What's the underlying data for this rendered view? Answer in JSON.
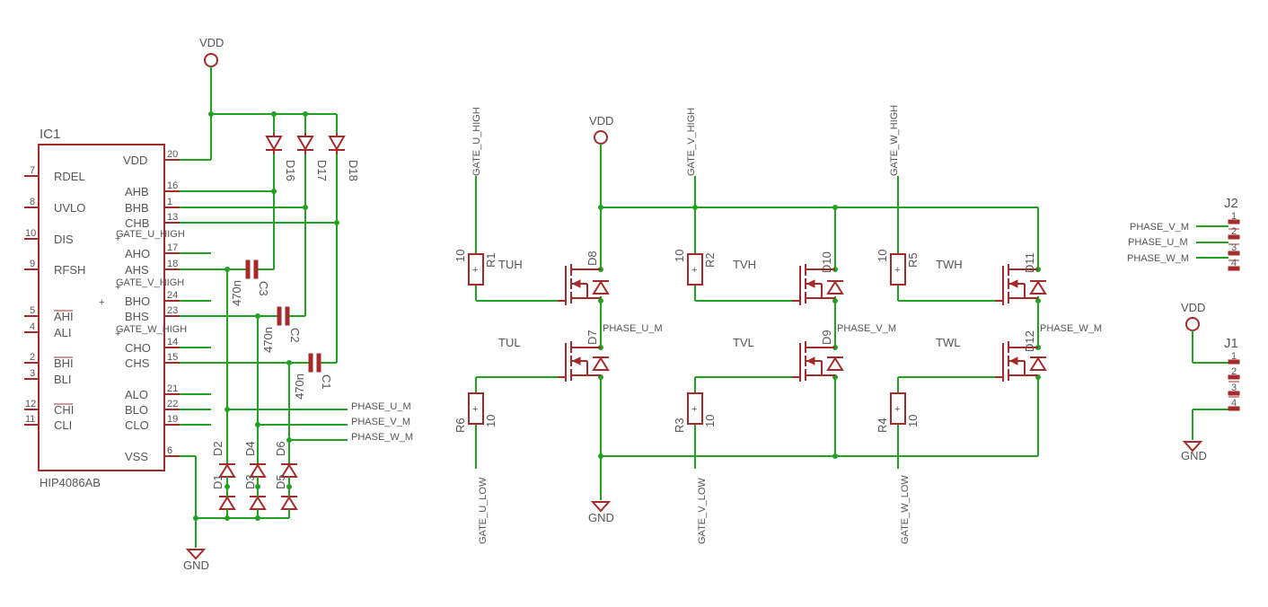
{
  "ic1": {
    "name": "IC1",
    "value": "HIP4086AB",
    "left_pins": [
      {
        "num": "7",
        "label": "RDEL"
      },
      {
        "num": "8",
        "label": "UVLO"
      },
      {
        "num": "10",
        "label": "DIS"
      },
      {
        "num": "9",
        "label": "RFSH"
      },
      {
        "num": "5",
        "label": "AHI"
      },
      {
        "num": "4",
        "label": "ALI"
      },
      {
        "num": "2",
        "label": "BHI"
      },
      {
        "num": "3",
        "label": "BLI"
      },
      {
        "num": "12",
        "label": "CHI"
      },
      {
        "num": "11",
        "label": "CLI"
      }
    ],
    "right_pins": [
      {
        "num": "20",
        "label": "VDD"
      },
      {
        "num": "16",
        "label": "AHB"
      },
      {
        "num": "1",
        "label": "BHB"
      },
      {
        "num": "13",
        "label": "CHB"
      },
      {
        "num": "17",
        "label": "AHO"
      },
      {
        "num": "18",
        "label": "AHS"
      },
      {
        "num": "24",
        "label": "BHO"
      },
      {
        "num": "23",
        "label": "BHS"
      },
      {
        "num": "14",
        "label": "CHO"
      },
      {
        "num": "15",
        "label": "CHS"
      },
      {
        "num": "21",
        "label": "ALO"
      },
      {
        "num": "22",
        "label": "BLO"
      },
      {
        "num": "19",
        "label": "CLO"
      },
      {
        "num": "6",
        "label": "VSS"
      }
    ]
  },
  "supplies": {
    "vdd": "VDD",
    "gnd": "GND"
  },
  "nets": {
    "gate_u_high": "GATE_U_HIGH",
    "gate_v_high": "GATE_V_HIGH",
    "gate_w_high": "GATE_W_HIGH",
    "gate_u_low": "GATE_U_LOW",
    "gate_v_low": "GATE_V_LOW",
    "gate_w_low": "GATE_W_LOW",
    "phase_u": "PHASE_U_M",
    "phase_v": "PHASE_V_M",
    "phase_w": "PHASE_W_M"
  },
  "capacitors": [
    {
      "name": "C3",
      "value": "470n"
    },
    {
      "name": "C2",
      "value": "470n"
    },
    {
      "name": "C1",
      "value": "470n"
    }
  ],
  "diodes": {
    "boot": [
      "D16",
      "D17",
      "D18"
    ],
    "clamp": [
      "D2",
      "D4",
      "D6",
      "D1",
      "D3",
      "D5"
    ],
    "body": [
      "D8",
      "D7",
      "D10",
      "D9",
      "D11",
      "D12"
    ]
  },
  "transistors": [
    "TUH",
    "TUL",
    "TVH",
    "TVL",
    "TWH",
    "TWL"
  ],
  "resistors": [
    {
      "name": "R1",
      "value": "10"
    },
    {
      "name": "R2",
      "value": "10"
    },
    {
      "name": "R5",
      "value": "10"
    },
    {
      "name": "R6",
      "value": "10"
    },
    {
      "name": "R3",
      "value": "10"
    },
    {
      "name": "R4",
      "value": "10"
    }
  ],
  "connectors": {
    "j2": {
      "name": "J2",
      "pins": [
        "1",
        "2",
        "3",
        "4"
      ]
    },
    "j1": {
      "name": "J1",
      "pins": [
        "1",
        "2",
        "3",
        "4"
      ]
    }
  }
}
